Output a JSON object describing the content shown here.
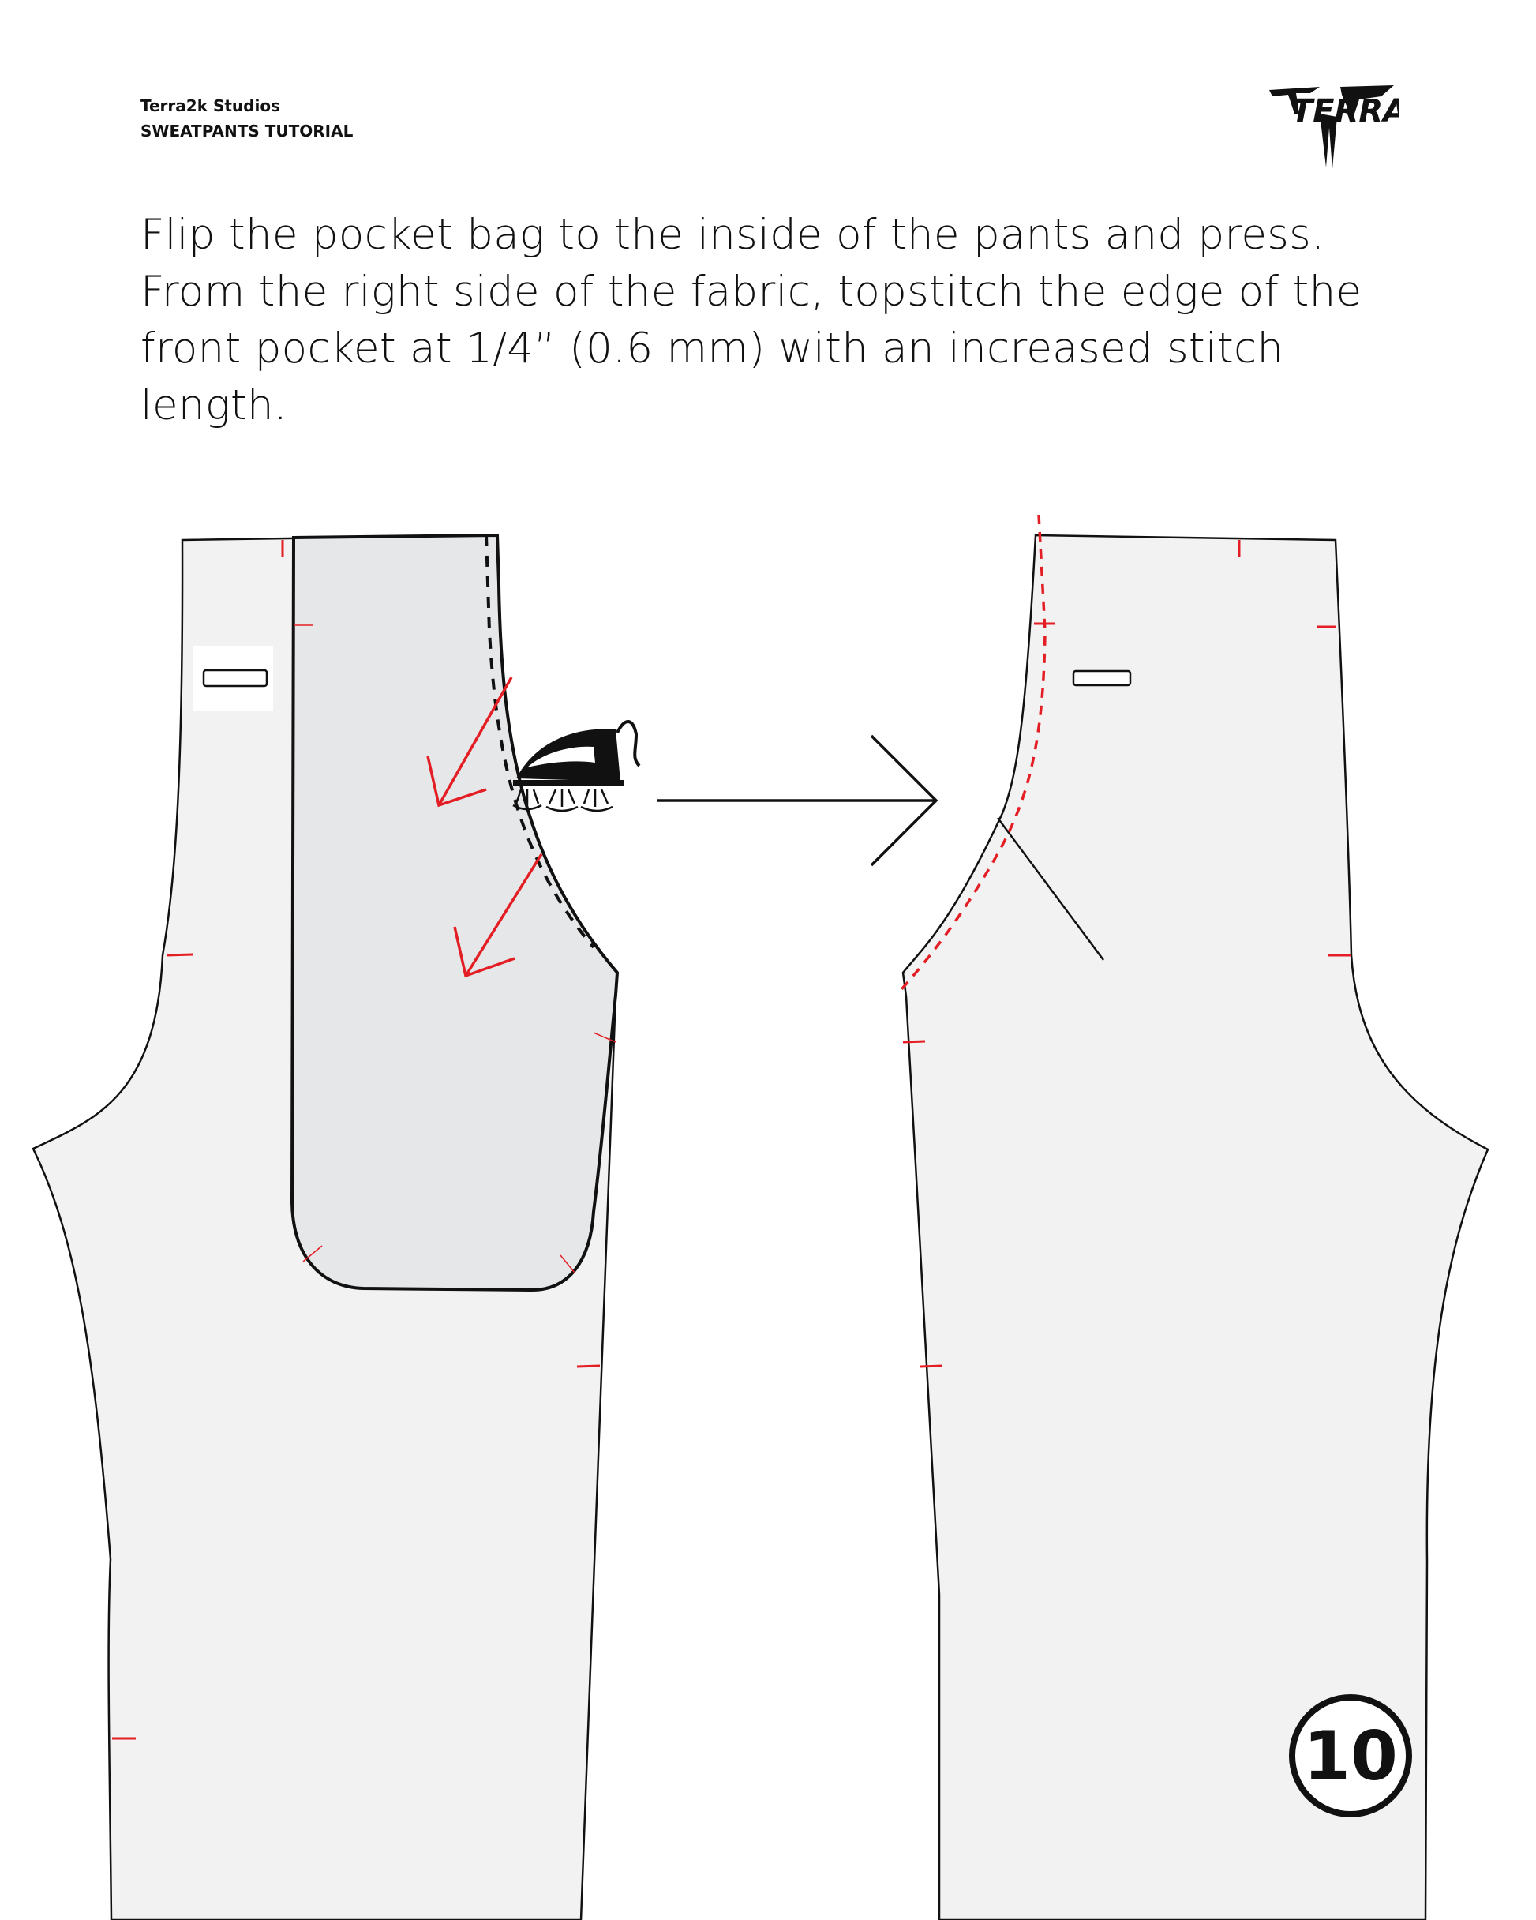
{
  "header": {
    "studio": "Terra2k Studios",
    "subtitle": "SWEATPANTS TUTORIAL",
    "logo_text": "TERRA"
  },
  "instruction": "Flip the pocket bag to the inside of the pants and press. From the right side of the fabric, topstitch the edge of the front pocket at 1/4” (0.6 mm) with an increased stitch length.",
  "step": {
    "number": "10"
  },
  "icons": [
    "iron-icon",
    "arrow-right-icon",
    "red-direction-arrow-icon"
  ],
  "colors": {
    "fabric": "#f2f2f2",
    "pocket": "#e6e7e9",
    "outline": "#111111",
    "notch": "#e31e24"
  }
}
